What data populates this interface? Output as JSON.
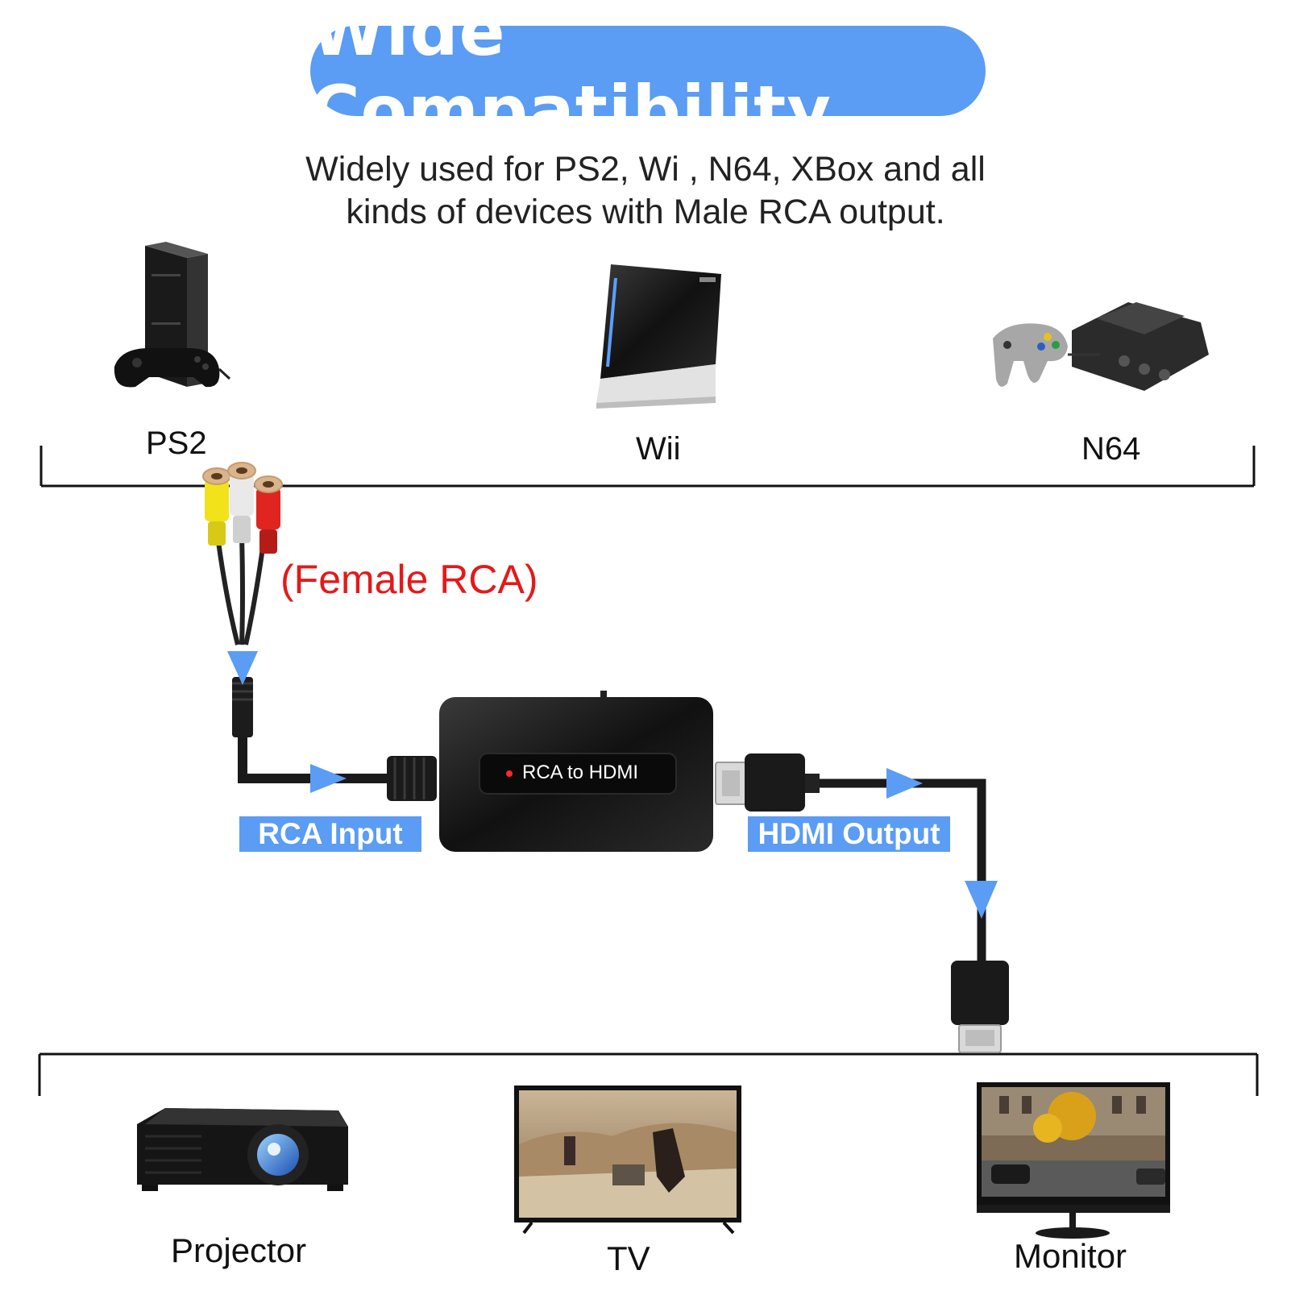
{
  "title": "Wide Compatibility",
  "subtitle": {
    "line1": "Widely used for PS2,  Wi , N64, XBox and all",
    "line2": "kinds of devices with Male RCA output."
  },
  "sources": [
    {
      "label": "PS2",
      "icon": "ps2-console-icon"
    },
    {
      "label": "Wii",
      "icon": "wii-console-icon"
    },
    {
      "label": "N64",
      "icon": "n64-console-icon"
    }
  ],
  "cable_label": "(Female RCA)",
  "converter_label": "RCA to HDMI",
  "input_label": "RCA Input",
  "output_label": "HDMI Output",
  "displays": [
    {
      "label": "Projector",
      "icon": "projector-icon"
    },
    {
      "label": "TV",
      "icon": "tv-icon"
    },
    {
      "label": "Monitor",
      "icon": "monitor-icon"
    }
  ],
  "colors": {
    "accent_blue": "#5b9cf4",
    "label_red": "#e31a1a",
    "rca_yellow": "#f2e21a",
    "rca_white": "#e9e9e9",
    "rca_red": "#e0241f"
  }
}
